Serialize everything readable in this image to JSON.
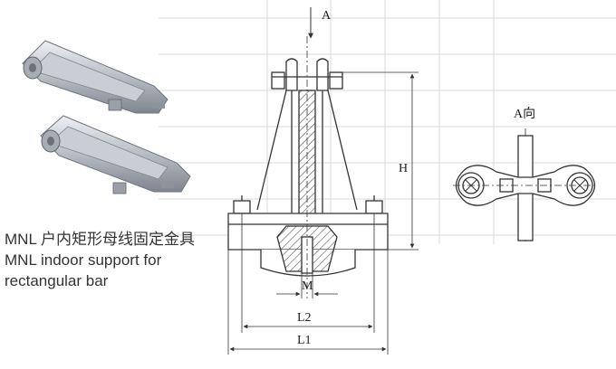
{
  "caption": {
    "line1": "MNL 户内矩形母线固定金具",
    "line2": "MNL indoor support for",
    "line3": "rectangular bar"
  },
  "drawing": {
    "view_arrow_label": "A",
    "side_view_label": "A向",
    "dimension_H": "H",
    "dimension_M": "M",
    "dimension_L2": "L2",
    "dimension_L1": "L1"
  },
  "colors": {
    "line": "#333333",
    "metal_light": "#d9dde2",
    "metal_dark": "#8c939b",
    "table_ghost": "#c9ccd2",
    "hatch": "#555555"
  }
}
